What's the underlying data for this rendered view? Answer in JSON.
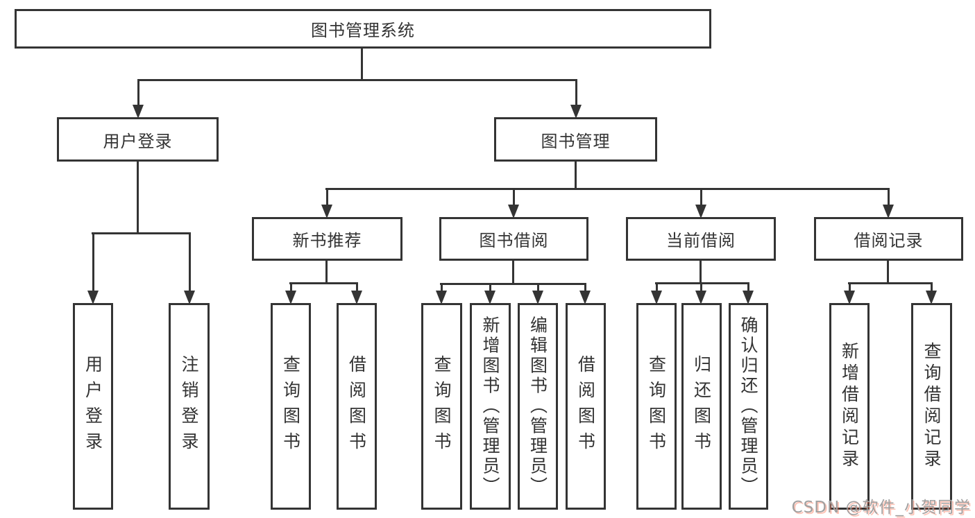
{
  "nodes": {
    "root": "图书管理系统",
    "user_login": "用户登录",
    "book_management": "图书管理",
    "new_book_recommend": "新书推荐",
    "book_borrow": "图书借阅",
    "current_borrow": "当前借阅",
    "borrow_record": "借阅记录"
  },
  "leaves": {
    "user_login": "用户登录",
    "logout": "注销登录",
    "nb_query_books": "查询图书",
    "nb_borrow_books": "借阅图书",
    "bb_query_books": "查询图书",
    "bb_add_books": "新增图书（管理员）",
    "bb_edit_books": "编辑图书（管理员）",
    "bb_borrow_books": "借阅图书",
    "cb_query_books": "查询图书",
    "cb_return_books": "归还图书",
    "cb_confirm_return": "确认归还（管理员）",
    "br_add_record": "新增借阅记录",
    "br_query_record": "查询借阅记录"
  },
  "hierarchy": {
    "图书管理系统": {
      "用户登录": [
        "用户登录",
        "注销登录"
      ],
      "图书管理": {
        "新书推荐": [
          "查询图书",
          "借阅图书"
        ],
        "图书借阅": [
          "查询图书",
          "新增图书（管理员）",
          "编辑图书（管理员）",
          "借阅图书"
        ],
        "当前借阅": [
          "查询图书",
          "归还图书",
          "确认归还（管理员）"
        ],
        "借阅记录": [
          "新增借阅记录",
          "查询借阅记录"
        ]
      }
    }
  },
  "watermark": "CSDN @软件_小贺同学",
  "colors": {
    "line": "#343434",
    "text": "#333333",
    "background": "#ffffff",
    "watermark_gray": "#a0a0a0",
    "watermark_accent": "#fc5531"
  }
}
